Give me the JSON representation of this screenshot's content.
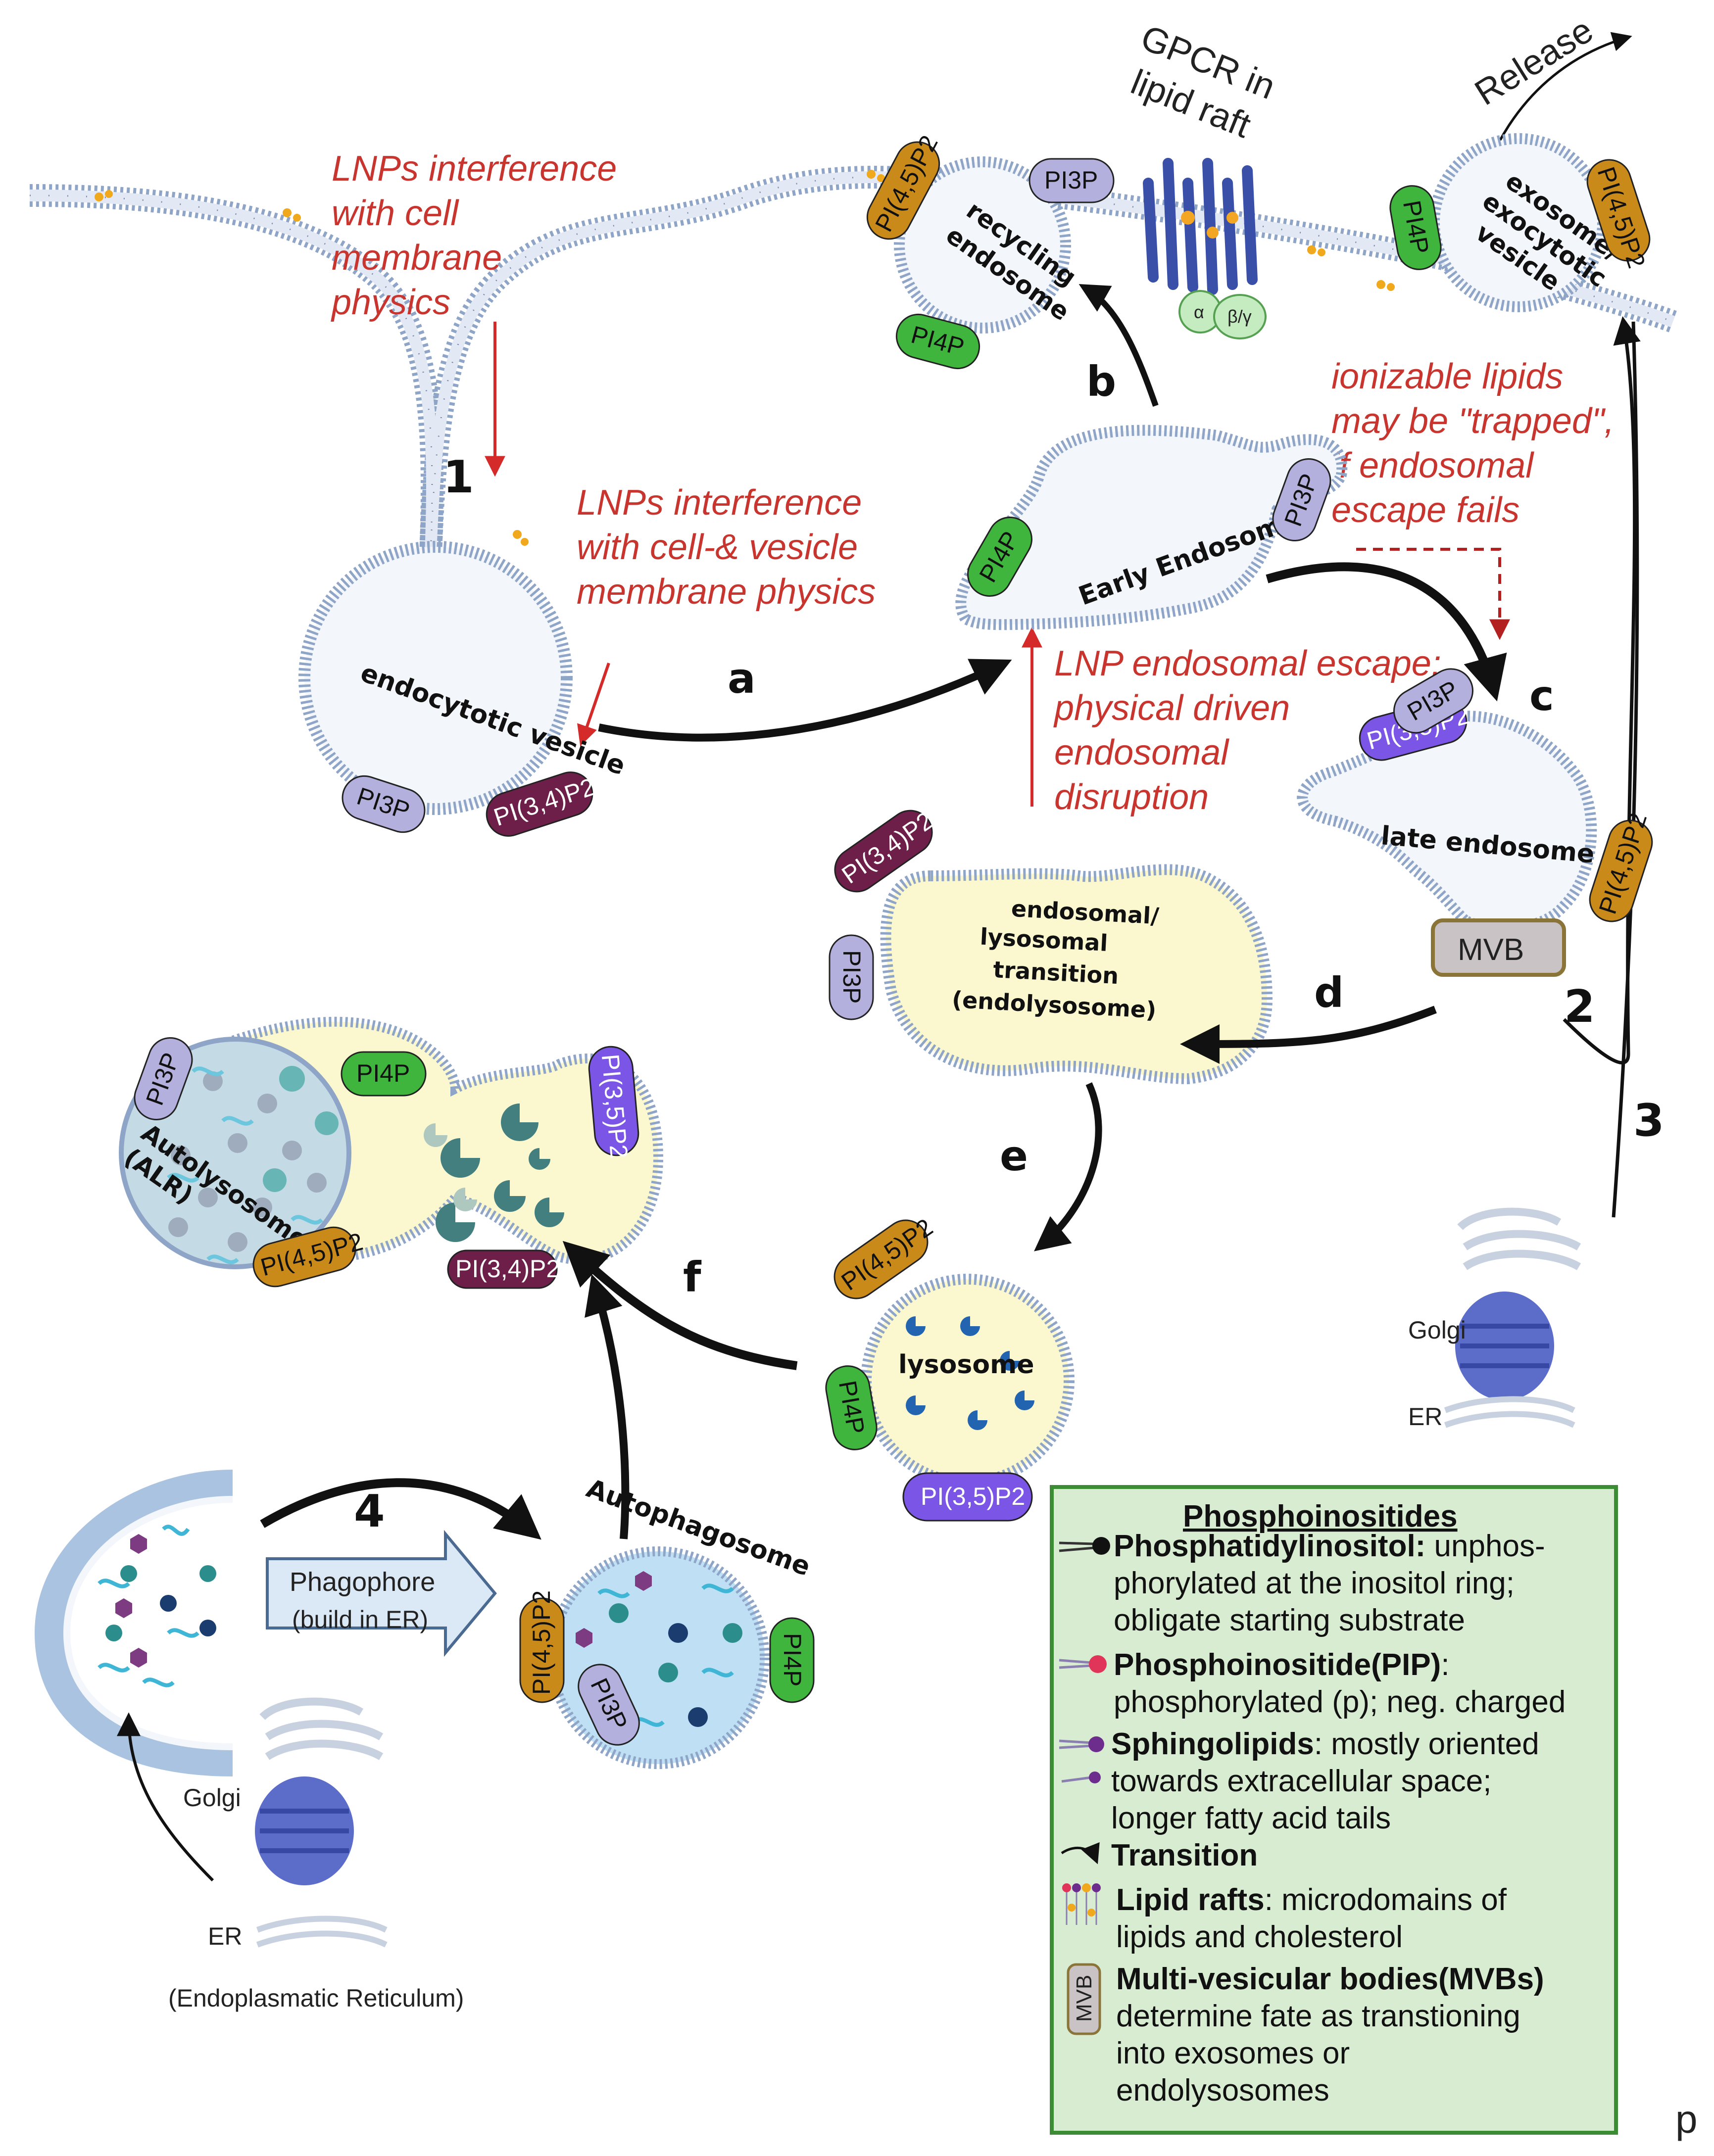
{
  "annotations": {
    "lnp_membrane": [
      "LNPs interference",
      "with cell",
      "membrane",
      "physics"
    ],
    "lnp_vesicle": [
      "LNPs interference",
      "with cell-& vesicle",
      "membrane physics"
    ],
    "ionizable": [
      "ionizable lipids",
      "may be \"trapped\",",
      "if endosomal",
      "escape fails"
    ],
    "escape": [
      "LNP endosomal escape:",
      "physical driven",
      "endosomal",
      "disruption"
    ]
  },
  "header": {
    "gpcr": [
      "GPCR in",
      "lipid raft"
    ],
    "release": "Release",
    "subunit_alpha": "α",
    "subunit_betagamma": "β/γ"
  },
  "step_letters": {
    "a": "a",
    "b": "b",
    "c": "c",
    "d": "d",
    "e": "e",
    "f": "f"
  },
  "step_numbers": {
    "n1": "1",
    "n2": "2",
    "n3": "3",
    "n4": "4"
  },
  "compartments": {
    "recycling": [
      "recycling",
      "endosome"
    ],
    "exosome": [
      "exosome/",
      "exocytotic",
      "vesicle"
    ],
    "early": "Early Endosome",
    "endocytotic": "endocytotic vesicle",
    "late": "late endosome",
    "mvb": "MVB",
    "endolysosome": [
      "endosomal/",
      "lysosomal",
      "transition",
      "(endolysosome)"
    ],
    "autolysosome": [
      "Autolysosome",
      "(ALR)"
    ],
    "lysosome": "lysosome",
    "autophagosome": "Autophagosome",
    "phagophore": "Phagophore",
    "phagophore_sub": "(build in ER)",
    "golgi": "Golgi",
    "er": "ER",
    "er_full": "(Endoplasmatic Reticulum)"
  },
  "pi_labels": {
    "pi3p": "PI3P",
    "pi4p": "PI4P",
    "pi45p2": "PI(4,5)P2",
    "pi34p2": "PI(3,4)P2",
    "pi35p2": "PI(3,5)P2"
  },
  "legend": {
    "title": "Phosphoinositides",
    "pi_b": "Phosphatidylinositol:",
    "pi_r1": " unphos-",
    "pi_r2": "phorylated at the inositol ring;",
    "pi_r3": "obligate starting substrate",
    "pip_b": "Phosphoinositide(PIP)",
    "pip_r0": ":",
    "pip_r1": "phosphorylated (p); neg. charged",
    "sph_b": "Sphingolipids",
    "sph_r0": ": mostly oriented",
    "sph_r1": "towards extracellular space;",
    "sph_r2": "longer fatty acid tails",
    "tr_b": "Transition",
    "raft_b": "Lipid rafts",
    "raft_r0": ": microdomains of",
    "raft_r1": "lipids and cholesterol",
    "mvb_b": "Multi-vesicular bodies(MVBs)",
    "mvb_r1": "determine fate as transtioning",
    "mvb_r2": "into exosomes or",
    "mvb_r3": "endolysosomes",
    "mvb_icon": "MVB"
  },
  "corner_mark": "p",
  "colors": {
    "membrane": "#8fa5c8",
    "annotation_red": "#c8352f",
    "pi3p": "#b4b0dd",
    "pi4p": "#3fb53d",
    "pi45p2": "#c98a1a",
    "pi34p2": "#6d1f4a",
    "pi35p2": "#7b55e6",
    "legend_bg": "#d8ecd2",
    "legend_border": "#3b8c34",
    "lysosomal_fill": "#fbf8d0"
  }
}
